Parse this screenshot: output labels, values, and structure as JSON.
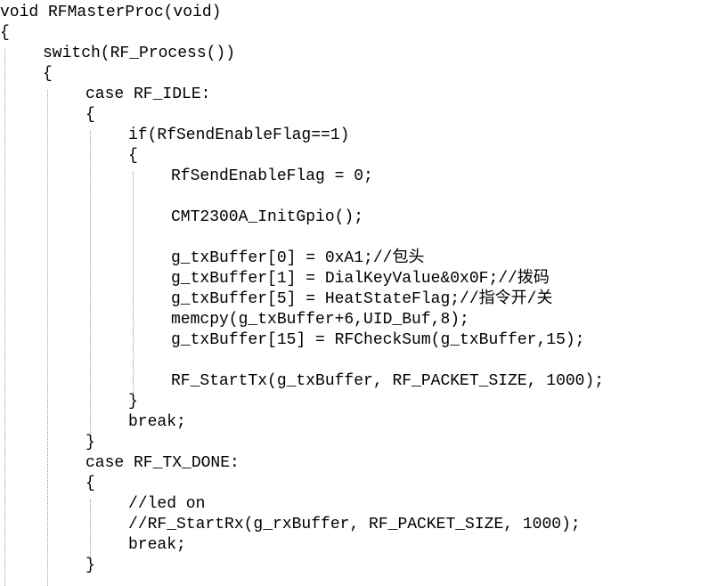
{
  "editor": {
    "lines": [
      {
        "indent": 0,
        "text": "void RFMasterProc(void)"
      },
      {
        "indent": 0,
        "text": "{"
      },
      {
        "indent": 1,
        "text": "switch(RF_Process())"
      },
      {
        "indent": 1,
        "text": "{"
      },
      {
        "indent": 2,
        "text": "case RF_IDLE:"
      },
      {
        "indent": 2,
        "text": "{"
      },
      {
        "indent": 3,
        "text": "if(RfSendEnableFlag==1)"
      },
      {
        "indent": 3,
        "text": "{"
      },
      {
        "indent": 4,
        "text": "RfSendEnableFlag = 0;"
      },
      {
        "indent": 0,
        "text": ""
      },
      {
        "indent": 4,
        "text": "CMT2300A_InitGpio();"
      },
      {
        "indent": 0,
        "text": ""
      },
      {
        "indent": 4,
        "text": "g_txBuffer[0] = 0xA1;//包头"
      },
      {
        "indent": 4,
        "text": "g_txBuffer[1] = DialKeyValue&0x0F;//拨码"
      },
      {
        "indent": 4,
        "text": "g_txBuffer[5] = HeatStateFlag;//指令开/关"
      },
      {
        "indent": 4,
        "text": "memcpy(g_txBuffer+6,UID_Buf,8);"
      },
      {
        "indent": 4,
        "text": "g_txBuffer[15] = RFCheckSum(g_txBuffer,15);"
      },
      {
        "indent": 0,
        "text": ""
      },
      {
        "indent": 4,
        "text": "RF_StartTx(g_txBuffer, RF_PACKET_SIZE, 1000);"
      },
      {
        "indent": 3,
        "text": "}"
      },
      {
        "indent": 3,
        "text": "break;"
      },
      {
        "indent": 2,
        "text": "}"
      },
      {
        "indent": 2,
        "text": "case RF_TX_DONE:"
      },
      {
        "indent": 2,
        "text": "{"
      },
      {
        "indent": 3,
        "text": "//led on"
      },
      {
        "indent": 3,
        "text": "//RF_StartRx(g_rxBuffer, RF_PACKET_SIZE, 1000);"
      },
      {
        "indent": 3,
        "text": "break;"
      },
      {
        "indent": 2,
        "text": "}"
      }
    ]
  }
}
